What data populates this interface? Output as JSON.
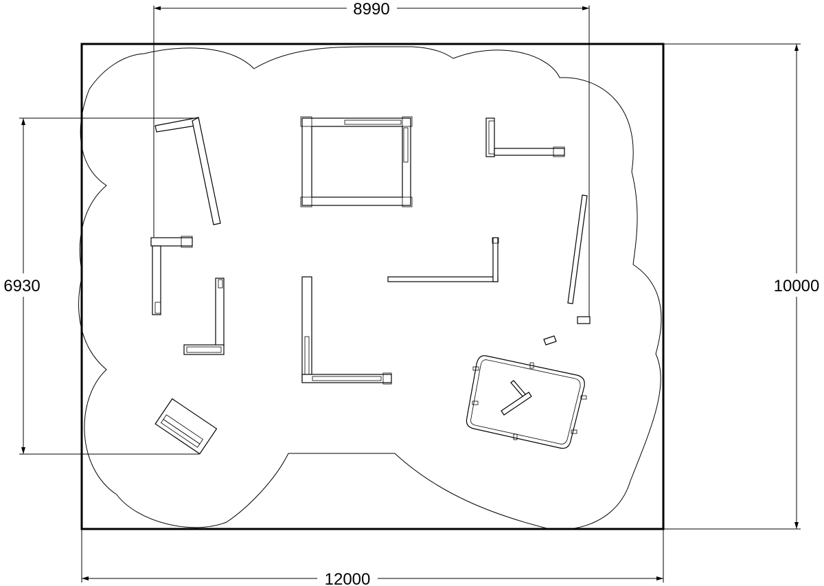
{
  "dimensions": {
    "top_width": "8990",
    "left_height": "6930",
    "right_height": "10000",
    "bottom_width": "12000"
  },
  "colors": {
    "line": "#000000",
    "background": "#ffffff"
  }
}
